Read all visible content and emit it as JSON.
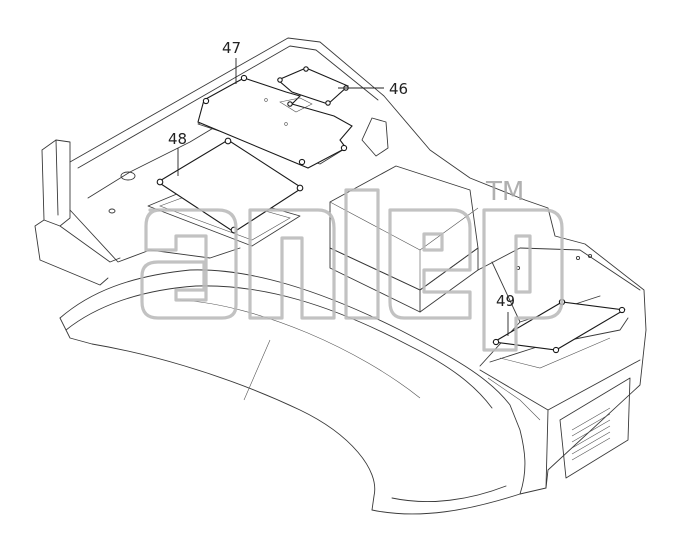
{
  "diagram": {
    "callouts": [
      {
        "id": "c46",
        "label": "46"
      },
      {
        "id": "c47",
        "label": "47"
      },
      {
        "id": "c48",
        "label": "48"
      },
      {
        "id": "c49",
        "label": "49"
      }
    ],
    "watermark": {
      "trademark": "TM"
    },
    "colors": {
      "line": "#3a3a3a",
      "watermark": "#bcbcbc",
      "background": "#ffffff"
    }
  }
}
